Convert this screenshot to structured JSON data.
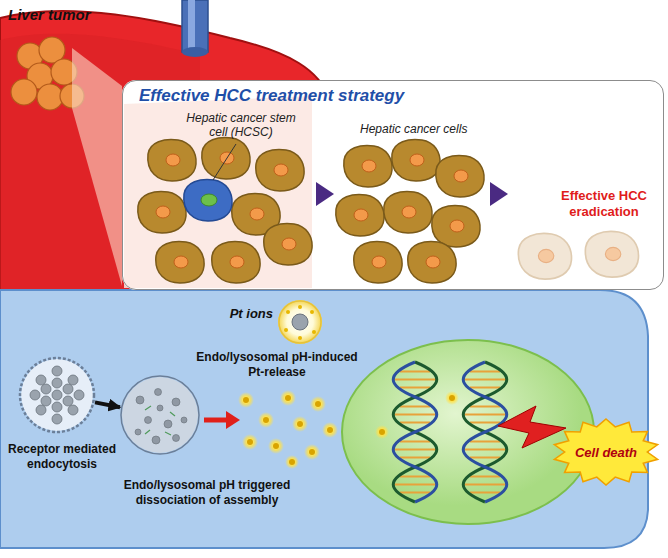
{
  "diagram": {
    "nodes": [
      {
        "text": [
          "Effective HCC treatment strategy"
        ]
      },
      {
        "text": [
          "Pt ions"
        ]
      },
      {
        "text": [
          "Receptor mediated endocytosis"
        ]
      },
      {
        "text": [
          "Endo/lysosomal pH-induced Pt-release",
          "Endo/lysosomal pH triggered dissociation of assembly"
        ]
      },
      {
        "text": [
          "Cell death"
        ]
      }
    ],
    "edges": [
      {
        "from": 2,
        "to": 3,
        "arrow": "to"
      }
    ],
    "labels": [
      "Liver tumor",
      "Hepatic cancer stem cell (HCSC)",
      "Hepatic cancer cells",
      "Effective HCC eradication"
    ]
  }
}
